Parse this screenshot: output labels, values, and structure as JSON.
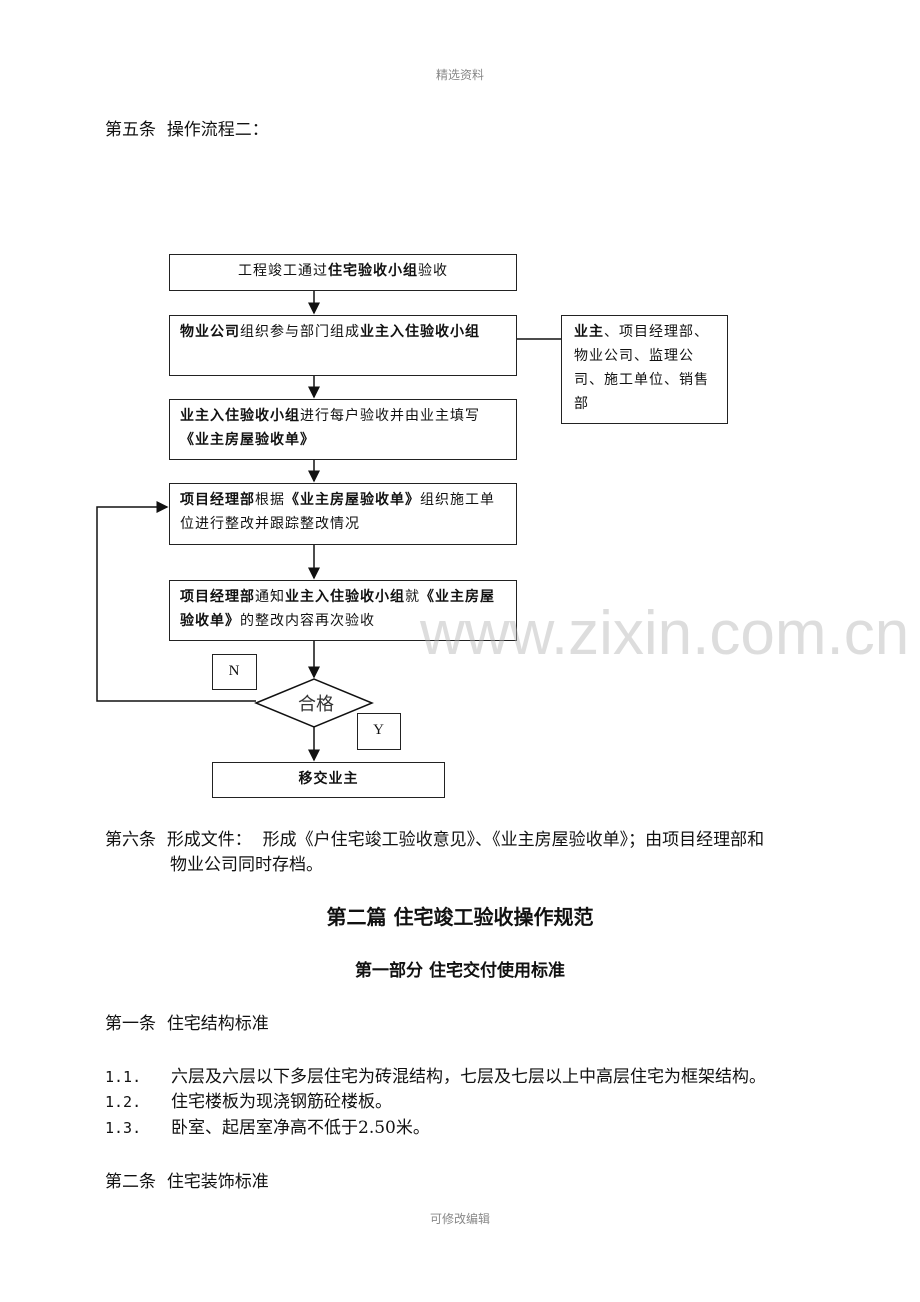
{
  "header": "精选资料",
  "footer": "可修改编辑",
  "watermark": "www.zixin.com.cn",
  "article5": {
    "num": "第五条",
    "title": "操作流程二："
  },
  "flow": {
    "step1": [
      {
        "t": "工程竣工通过",
        "b": false
      },
      {
        "t": "住宅验收小组",
        "b": true
      },
      {
        "t": "验收",
        "b": false
      }
    ],
    "step2": [
      {
        "t": "物业公司",
        "b": true
      },
      {
        "t": "组织参与部门组成",
        "b": false
      },
      {
        "t": "业主入住验收小组",
        "b": true
      }
    ],
    "side": [
      {
        "t": "业主",
        "b": true
      },
      {
        "t": "、项目经理部、物业公司、监理公司、施工单位、销售部",
        "b": false
      }
    ],
    "step3": [
      {
        "t": "业主入住验收小组",
        "b": true
      },
      {
        "t": "进行每户验收并由业主填写",
        "b": false
      },
      {
        "t": "《业主房屋验收单》",
        "b": true
      }
    ],
    "step4": [
      {
        "t": "项目经理部",
        "b": true
      },
      {
        "t": "根据",
        "b": false
      },
      {
        "t": "《业主房屋验收单》",
        "b": true
      },
      {
        "t": "组织施工单位进行整改并跟踪整改情况",
        "b": false
      }
    ],
    "step5": [
      {
        "t": "项目经理部",
        "b": true
      },
      {
        "t": "通知",
        "b": false
      },
      {
        "t": "业主入住验收小组",
        "b": true
      },
      {
        "t": "就",
        "b": false
      },
      {
        "t": "《业主房屋验收单》",
        "b": true
      },
      {
        "t": "的整改内容再次验收",
        "b": false
      }
    ],
    "decision": "合格",
    "no": "N",
    "yes": "Y",
    "final": "移交业主"
  },
  "article6": {
    "num": "第六条",
    "label": "形成文件：",
    "text1": "形成《户住宅竣工验收意见》、《业主房屋验收单》；由项目经理部和",
    "text2": "物业公司同时存档。"
  },
  "part2_title": "第二篇  住宅竣工验收操作规范",
  "section1_title": "第一部分  住宅交付使用标准",
  "article1": {
    "num": "第一条",
    "title": "住宅结构标准"
  },
  "items": [
    {
      "num": "1.1.",
      "text": "六层及六层以下多层住宅为砖混结构，七层及七层以上中高层住宅为框架结构。"
    },
    {
      "num": "1.2.",
      "text": "住宅楼板为现浇钢筋砼楼板。"
    },
    {
      "num": "1.3.",
      "text": "卧室、起居室净高不低于2.50米。"
    }
  ],
  "article2": {
    "num": "第二条",
    "title": "住宅装饰标准"
  }
}
